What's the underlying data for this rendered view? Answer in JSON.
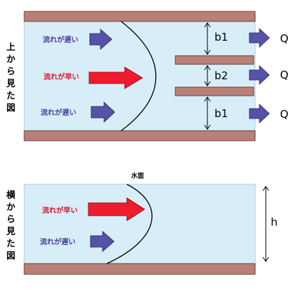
{
  "colors": {
    "water": "#d7eef8",
    "water_border": "#a8cfe0",
    "wall": "#b98078",
    "wall_border": "#6a3f38",
    "slow_arrow": "#5652a8",
    "fast_arrow": "#ee1c2e",
    "flow_out_arrow": "#5652a8",
    "slow_text": "#4a3e9a",
    "fast_text": "#e01030",
    "curve": "#000000"
  },
  "top_view": {
    "side_title": [
      "上",
      "か",
      "ら",
      "見",
      "た",
      "図"
    ],
    "arrows": [
      {
        "label": "流れが遅い",
        "speed": "slow"
      },
      {
        "label": "流れが早い",
        "speed": "fast"
      },
      {
        "label": "流れが遅い",
        "speed": "slow"
      }
    ],
    "channels": [
      {
        "width_label": "b1",
        "flow_label": "Q"
      },
      {
        "width_label": "b2",
        "flow_label": "Q"
      },
      {
        "width_label": "b1",
        "flow_label": "Q"
      }
    ]
  },
  "side_view": {
    "side_title": [
      "横",
      "か",
      "ら",
      "見",
      "た",
      "図"
    ],
    "surface_label": "水面",
    "depth_label": "h",
    "arrows": [
      {
        "label": "流れが早い",
        "speed": "fast"
      },
      {
        "label": "流れが遅い",
        "speed": "slow"
      }
    ]
  }
}
